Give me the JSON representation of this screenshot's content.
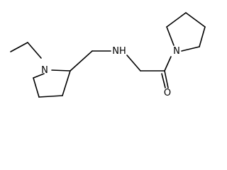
{
  "atoms": {
    "n_left": "N",
    "n_mid": "NH",
    "n_right": "N",
    "o": "O"
  },
  "colors": {
    "bond": "#000000",
    "background": "#ffffff"
  }
}
